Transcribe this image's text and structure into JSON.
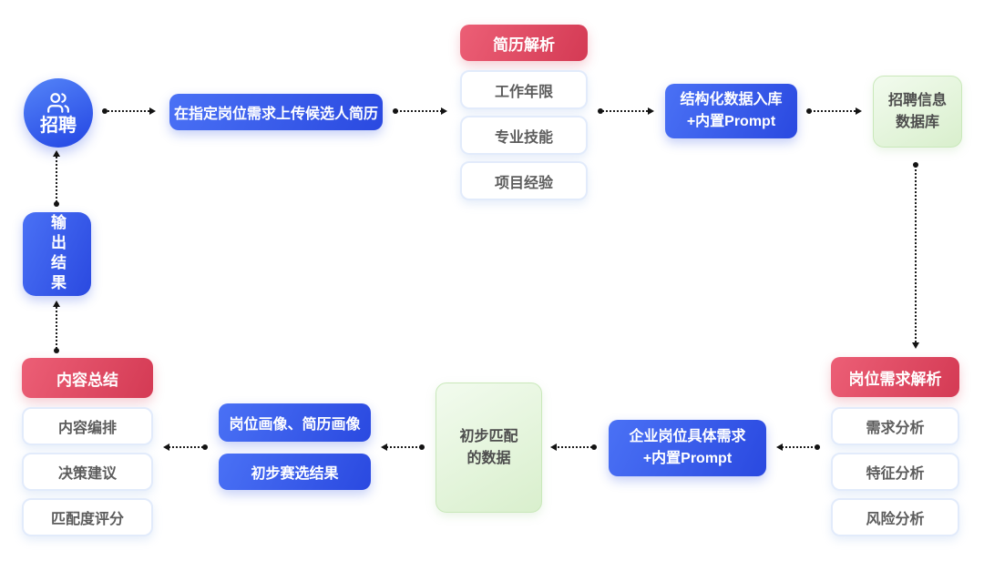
{
  "colors": {
    "primary_blue": "#2f52e9",
    "accent_red": "#dd4660",
    "light_green": "#e4f4da",
    "card_border": "#e2ebfb",
    "arrow": "#141414"
  },
  "diagram": {
    "recruit": {
      "label": "招聘",
      "icon": "users-icon"
    },
    "upload_resume": {
      "label": "在指定岗位需求上传候选人简历"
    },
    "resume_parse": {
      "title": "简历解析",
      "items": [
        "工作年限",
        "专业技能",
        "项目经验"
      ]
    },
    "structured_storage": {
      "line1": "结构化数据入库",
      "line2": "+内置Prompt"
    },
    "recruit_info_db": {
      "line1": "招聘信息",
      "line2": "数据库"
    },
    "job_requirement_parse": {
      "title": "岗位需求解析",
      "items": [
        "需求分析",
        "特征分析",
        "风险分析"
      ]
    },
    "enterprise_requirement": {
      "line1": "企业岗位具体需求",
      "line2": "+内置Prompt"
    },
    "preliminary_match_data": {
      "line1": "初步匹配",
      "line2": "的数据"
    },
    "portraits": {
      "label": "岗位画像、简历画像"
    },
    "preliminary_screening": {
      "label": "初步赛选结果"
    },
    "content_summary": {
      "title": "内容总结",
      "items": [
        "内容编排",
        "决策建议",
        "匹配度评分"
      ]
    },
    "output_result": {
      "label": "输出结果"
    }
  }
}
